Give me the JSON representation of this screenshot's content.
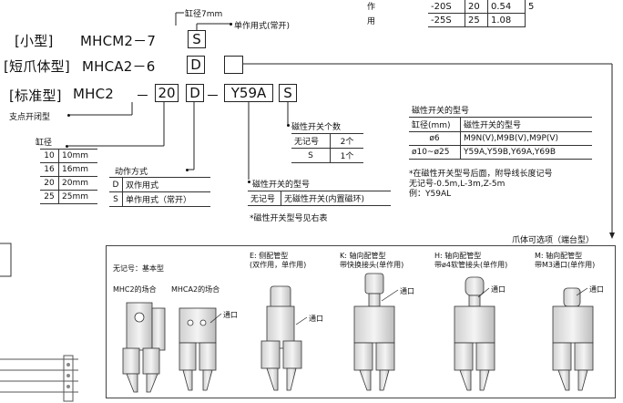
{
  "top_table": {
    "use_label_1": "作",
    "use_label_2": "用",
    "rows": [
      {
        "code": "-20S",
        "size": "20",
        "force": "0.54"
      },
      {
        "code": "-25S",
        "size": "25",
        "force": "1.08"
      }
    ],
    "extra": "5"
  },
  "labels": {
    "bore_7mm": "缸径7mm",
    "single_acting_no": "单作用式(常开)",
    "small_type": "[小型]",
    "small_model": "MHCM2－7",
    "small_code": "S",
    "short_type": "[短爪体型]",
    "short_model": "MHCA2－6",
    "short_code": "D",
    "std_type": "[标准型]",
    "std_model_a": "MHC2",
    "std_dash1": "－",
    "std_bore": "20",
    "std_code": "D",
    "std_dash2": "－",
    "std_switch": "Y59A",
    "std_s": "S",
    "pivot": "支点开闭型",
    "bore_title": "缸径",
    "action_title": "动作方式",
    "switch_count_title": "磁性开关个数",
    "switch_model_title": "磁性开关的型号",
    "switch_model_note": "*磁性开关型号见右表",
    "switch_table_title": "磁性开关的型号",
    "option_title": "爪体可选项（端台型）"
  },
  "bore_table": [
    {
      "a": "10",
      "b": "10mm"
    },
    {
      "a": "16",
      "b": "16mm"
    },
    {
      "a": "20",
      "b": "20mm"
    },
    {
      "a": "25",
      "b": "25mm"
    }
  ],
  "action_table": [
    {
      "a": "D",
      "b": "双作用式"
    },
    {
      "a": "S",
      "b": "单作用式（常开）"
    }
  ],
  "count_table": [
    {
      "a": "无记号",
      "b": "2个"
    },
    {
      "a": "S",
      "b": "1个"
    }
  ],
  "switch_small_table": [
    {
      "a": "无记号",
      "b": "无磁性开关(内置磁环)"
    }
  ],
  "switch_right_table": [
    {
      "a": "缸径(mm)",
      "b": "磁性开关的型号"
    },
    {
      "a": "ø6",
      "b": "M9N(V),M9B(V),M9P(V)"
    },
    {
      "a": "ø10~ø25",
      "b": "Y59A,Y59B,Y69A,Y69B"
    }
  ],
  "notes": {
    "line1": "*在磁性开关型号后面，附导线长度记号",
    "line2": "无记号-0.5m,L-3m,Z-5m",
    "line3": "例：Y59AL"
  },
  "options": {
    "basic": "无记号：基本型",
    "mhc2": "MHC2的场合",
    "mhca2": "MHCA2的场合",
    "port": "通口",
    "e_title": "E: 侧配管型",
    "e_sub": "(双作用，单作用)",
    "k_title": "K: 轴向配管型",
    "k_sub": "带快换接头(单作用)",
    "h_title": "H: 轴向配管型",
    "h_sub": "带ø4软管接头(单作用)",
    "m_title": "M: 轴向配管型",
    "m_sub": "带M3通口(单作用)"
  }
}
